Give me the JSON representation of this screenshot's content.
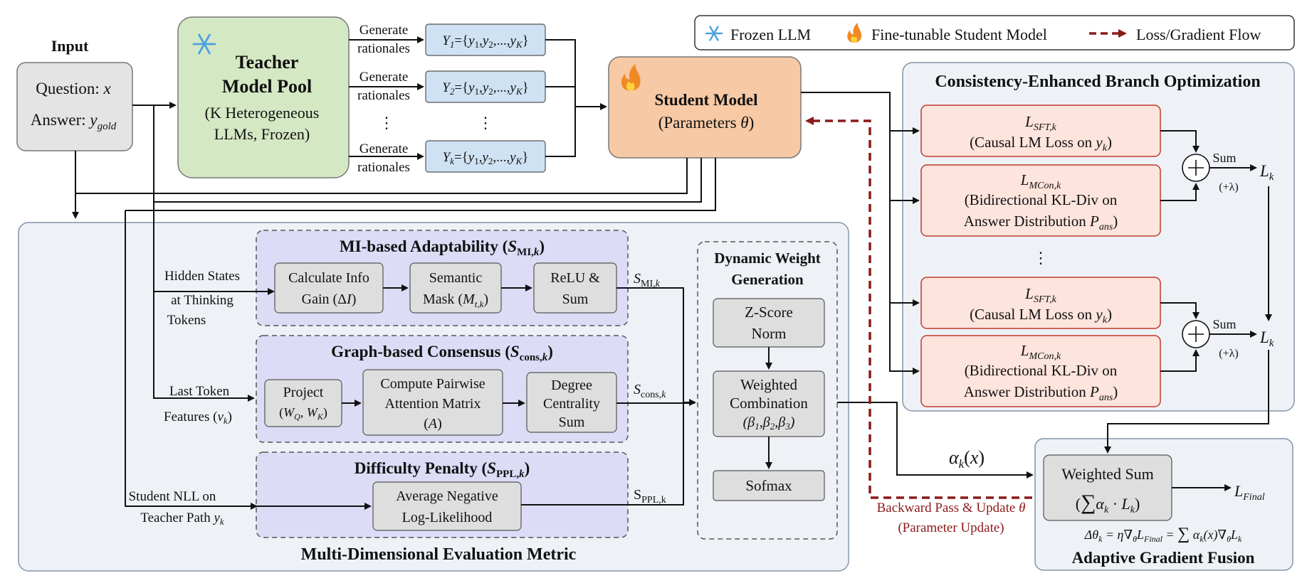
{
  "input": {
    "title": "Input",
    "question": "Question: x",
    "answer": "Answer: y_gold"
  },
  "teacher": {
    "title_1": "Teacher",
    "title_2": "Model Pool",
    "desc_1": "(K Heterogeneous",
    "desc_2": "LLMs, Frozen)"
  },
  "generate": {
    "line1": "Generate",
    "line2": "rationales"
  },
  "rationales": [
    "Y1={y1,y2,...,yK}",
    "Y2={y1,y2,...,yK}",
    "Yk={y1,y2,...,yK}"
  ],
  "ellipsis": "⋮",
  "student": {
    "title": "Student Model",
    "params": "(Parameters θ)"
  },
  "legend": {
    "frozen": "Frozen LLM",
    "finetune": "Fine-tunable Student Model",
    "loss_flow": "Loss/Gradient Flow"
  },
  "ceb": {
    "title": "Consistency-Enhanced Branch Optimization",
    "sft_label": "L_SFT,k",
    "sft_desc": "(Causal LM Loss on y_k)",
    "mcon_label": "L_MCon,k",
    "mcon_desc_1": "(Bidirectional KL-Div on",
    "mcon_desc_2": "Answer Distribution P_ans)",
    "sum": "Sum",
    "lambda": "(+λ)",
    "lk": "L_k"
  },
  "mde": {
    "title": "Multi-Dimensional Evaluation Metric",
    "mi_title": "MI-based Adaptability (S_MI,k)",
    "mi_boxes": [
      "Calculate Info|Gain (ΔI)",
      "Semantic|Mask (M_t,k)",
      "ReLU &|Sum"
    ],
    "mi_out": "S_MI,k",
    "hidden_1": "Hidden States",
    "hidden_2": "at Thinking",
    "hidden_3": "Tokens",
    "gc_title": "Graph-based Consensus (S_cons,k)",
    "gc_boxes": [
      "Project|(W_Q, W_K)",
      "Compute Pairwise|Attention Matrix|(A)",
      "Degree|Centrality|Sum"
    ],
    "gc_out": "S_cons,k",
    "last_1": "Last Token",
    "last_2": "Features (v_k)",
    "dp_title": "Difficulty Penalty (S_PPL,k)",
    "dp_box": "Average Negative|Log-Likelihood",
    "dp_out": "S_PPL,k",
    "nll_1": "Student NLL on",
    "nll_2": "Teacher Path y_k"
  },
  "dwg": {
    "title_1": "Dynamic Weight",
    "title_2": "Generation",
    "z_1": "Z-Score",
    "z_2": "Norm",
    "wc_1": "Weighted",
    "wc_2": "Combination",
    "wc_3": "(β1,β2,β3)",
    "softmax": "Sofmax"
  },
  "alpha": "αk(x)",
  "backward": {
    "line1": "Backward Pass & Update θ",
    "line2": "(Parameter Update)"
  },
  "agf": {
    "title": "Adaptive Gradient Fusion",
    "ws_1": "Weighted Sum",
    "ws_2": "(∑αk · Lk)",
    "final": "L_Final",
    "eq": "Δθk = η∇θL_Final = ∑ αk(x)∇θLk"
  },
  "colors": {
    "teacher_fill": "#d5e8c4",
    "student_fill": "#f7c9a4",
    "ration_fill": "#cfe2f3",
    "loss_fill": "#fde4dc",
    "loss_stroke": "#c0392b",
    "panel_fill": "#eef2f7",
    "sub_fill": "#dcdcf7",
    "gray_fill": "#dedede",
    "grad_color": "#8b1a1a"
  },
  "icons": {
    "frozen": "snowflake-icon",
    "finetune": "flame-icon"
  }
}
